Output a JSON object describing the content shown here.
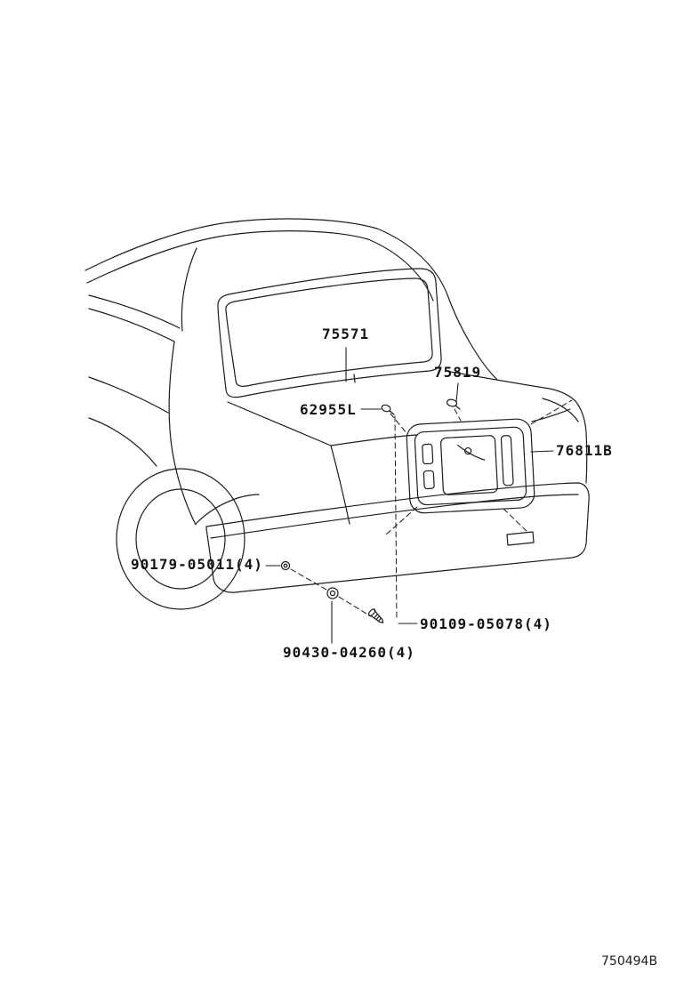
{
  "page": {
    "background_color": "#ffffff",
    "line_color": "#1c1c1c"
  },
  "diagram": {
    "part_labels": [
      {
        "text": "75571"
      },
      {
        "text": "75819"
      },
      {
        "text": "62955L"
      },
      {
        "text": "76811B"
      },
      {
        "text": "90179-05011(4)"
      },
      {
        "text": "90109-05078(4)"
      },
      {
        "text": "90430-04260(4)"
      }
    ],
    "drawing_number": "750494B"
  }
}
